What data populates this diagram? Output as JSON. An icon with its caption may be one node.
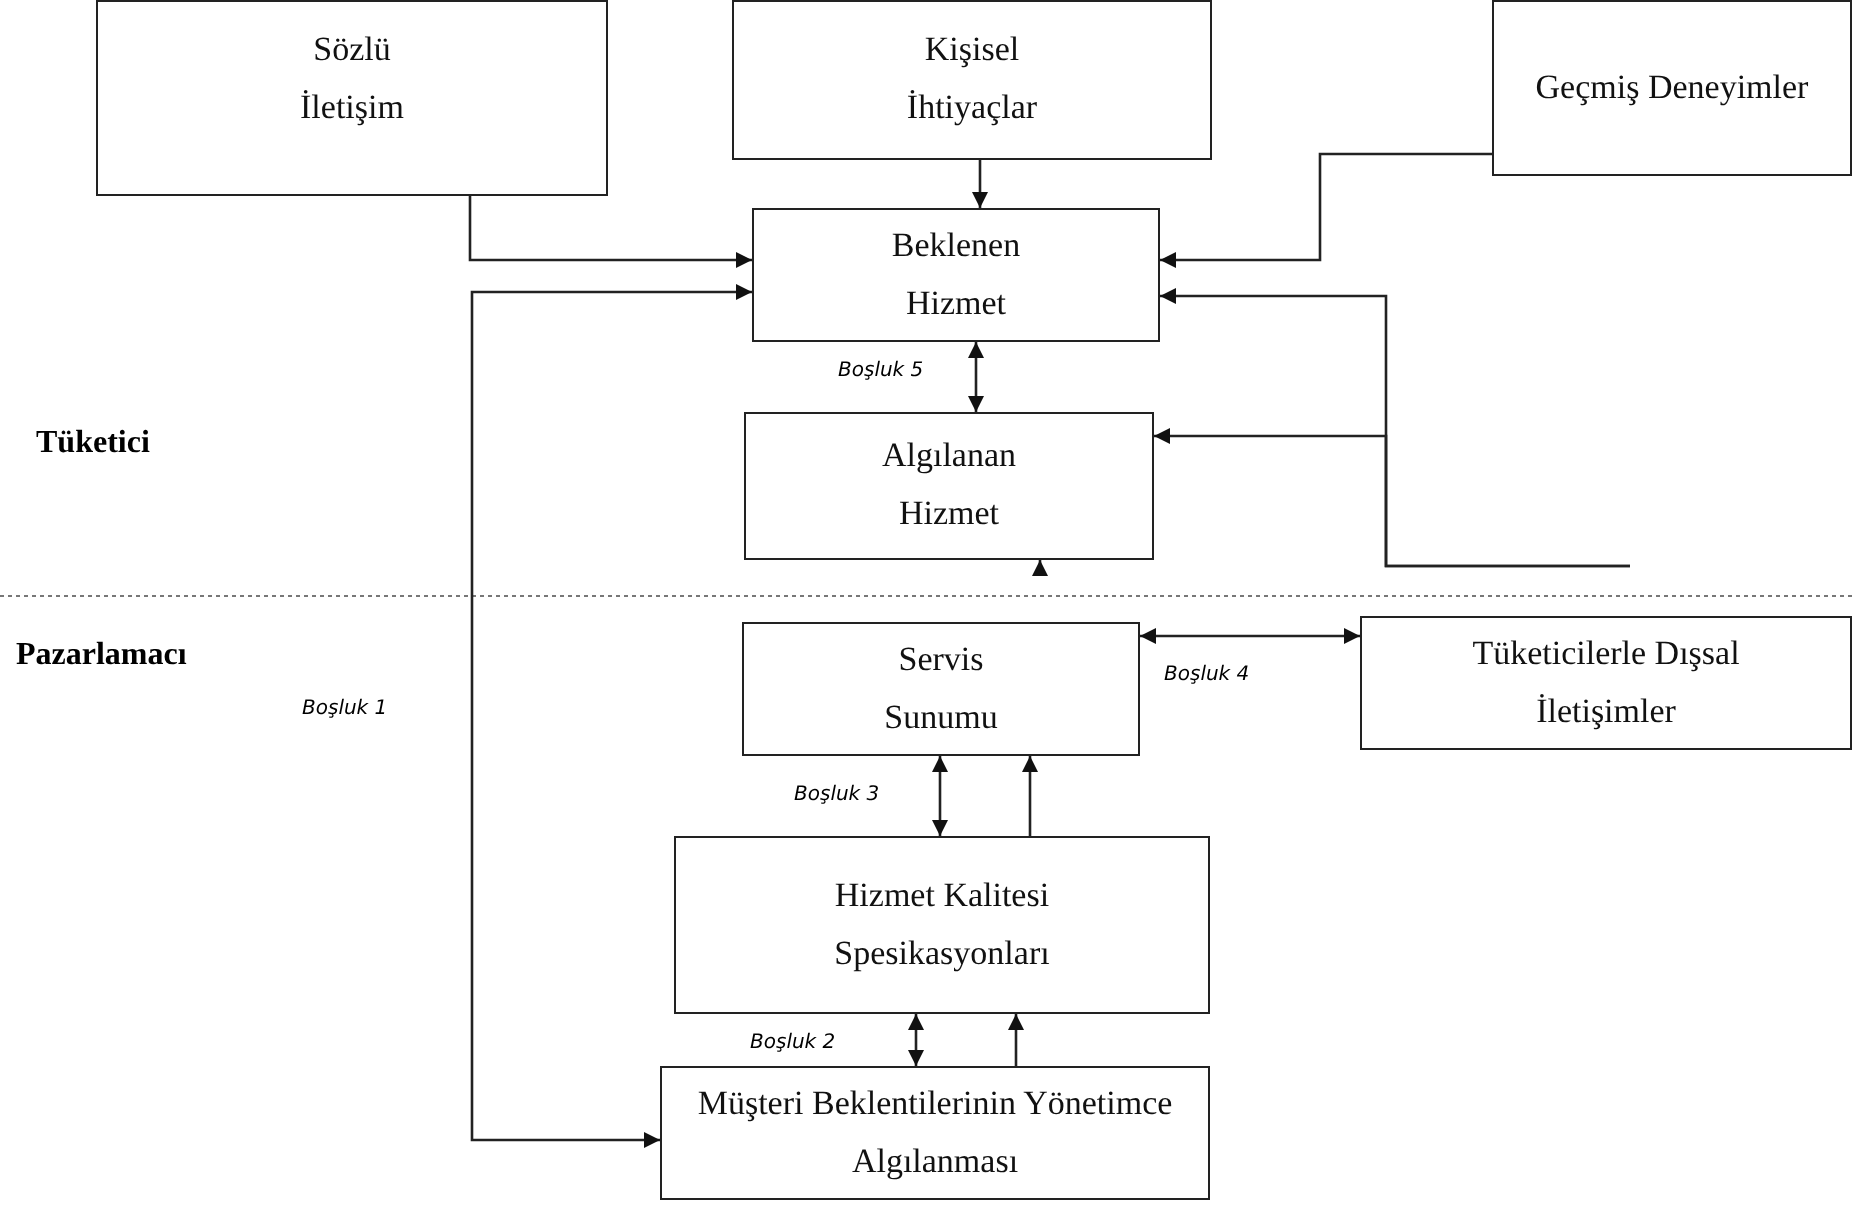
{
  "diagram": {
    "nodes": [
      {
        "text": [
          "Sözlü İletişim"
        ]
      },
      {
        "text": [
          "Kişisel İhtiyaçlar"
        ]
      },
      {
        "text": [
          "Geçmiş Deneyimler"
        ]
      },
      {
        "text": [
          "Beklenen Hizmet"
        ]
      },
      {
        "text": [
          "Algılanan Hizmet"
        ]
      },
      {
        "text": [
          "Servis Sunumu"
        ]
      },
      {
        "text": [
          "Tüketicilerle Dışsal İletişimler"
        ]
      },
      {
        "text": [
          "Hizmet Kalitesi Spesikasyonları"
        ]
      },
      {
        "text": [
          "Müşteri Beklentilerinin Yönetimce Algılanması"
        ]
      }
    ],
    "edges": [
      {
        "from": 0,
        "to": 3,
        "arrow": "to"
      },
      {
        "from": 1,
        "to": 3,
        "arrow": "to"
      },
      {
        "from": 2,
        "to": 3,
        "arrow": "to"
      },
      {
        "from": null,
        "to": 3,
        "arrow": "to"
      },
      {
        "from": null,
        "to": 4,
        "arrow": "to"
      },
      {
        "from": 3,
        "to": 4,
        "arrow": "both",
        "label": "Boşluk 5"
      },
      {
        "from": null,
        "to": 4,
        "arrow": "to"
      },
      {
        "from": 8,
        "to": 3,
        "arrow": "both",
        "label": "Boşluk 1"
      },
      {
        "from": 5,
        "to": 6,
        "arrow": "both",
        "label": "Boşluk 4"
      },
      {
        "from": 7,
        "to": 5,
        "arrow": "both",
        "label": "Boşluk 3"
      },
      {
        "from": 7,
        "to": 5,
        "arrow": "to"
      },
      {
        "from": 8,
        "to": 7,
        "arrow": "both",
        "label": "Boşluk 2"
      },
      {
        "from": 8,
        "to": 7,
        "arrow": "to"
      }
    ],
    "labels": [
      "Tüketici",
      "Pazarlamacı"
    ]
  }
}
